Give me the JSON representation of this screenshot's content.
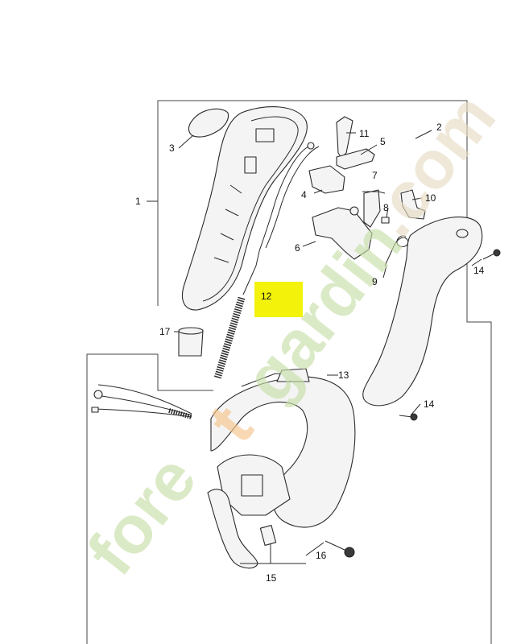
{
  "diagram": {
    "callouts": [
      {
        "id": "1",
        "label": "1"
      },
      {
        "id": "2",
        "label": "2"
      },
      {
        "id": "3",
        "label": "3"
      },
      {
        "id": "4",
        "label": "4"
      },
      {
        "id": "5",
        "label": "5"
      },
      {
        "id": "6",
        "label": "6"
      },
      {
        "id": "7",
        "label": "7"
      },
      {
        "id": "8",
        "label": "8"
      },
      {
        "id": "9",
        "label": "9"
      },
      {
        "id": "10",
        "label": "10"
      },
      {
        "id": "11",
        "label": "11"
      },
      {
        "id": "12",
        "label": "12"
      },
      {
        "id": "13",
        "label": "13"
      },
      {
        "id": "14a",
        "label": "14"
      },
      {
        "id": "14b",
        "label": "14"
      },
      {
        "id": "15",
        "label": "15"
      },
      {
        "id": "16",
        "label": "16"
      },
      {
        "id": "17",
        "label": "17"
      }
    ],
    "highlight_callout": "12",
    "highlight_color": "#f2f20a",
    "watermark": {
      "text": "foretgardin.com",
      "colors": {
        "green": "#c8dfa8",
        "orange": "#f6c48a",
        "beige": "#e6dcc4"
      }
    }
  }
}
